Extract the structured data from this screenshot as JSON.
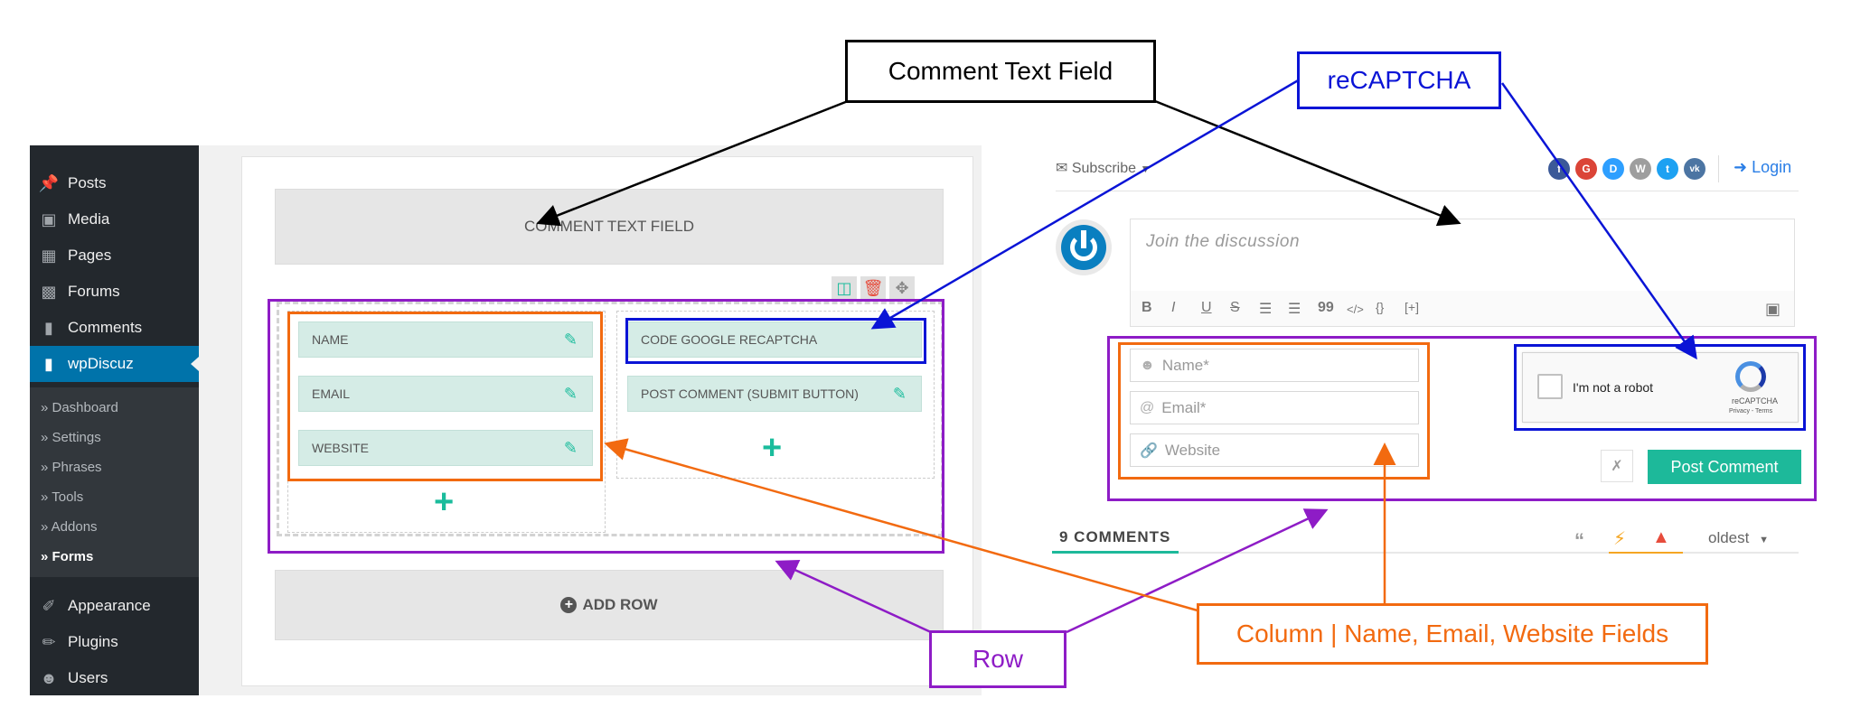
{
  "sidebar": {
    "items": [
      {
        "label": "Posts",
        "icon": "pin-icon"
      },
      {
        "label": "Media",
        "icon": "media-icon"
      },
      {
        "label": "Pages",
        "icon": "pages-icon"
      },
      {
        "label": "Forums",
        "icon": "forums-icon"
      },
      {
        "label": "Comments",
        "icon": "comments-icon"
      },
      {
        "label": "wpDiscuz",
        "icon": "wpdiscuz-icon"
      }
    ],
    "submenu": [
      "» Dashboard",
      "» Settings",
      "» Phrases",
      "» Tools",
      "» Addons",
      "» Forms"
    ],
    "bottom_items": [
      {
        "label": "Appearance",
        "icon": "brush-icon"
      },
      {
        "label": "Plugins",
        "icon": "plugin-icon"
      },
      {
        "label": "Users",
        "icon": "users-icon"
      }
    ],
    "colors": {
      "bg": "#23282d",
      "active": "#0073aa",
      "submenu_bg": "#32373c"
    }
  },
  "builder": {
    "comment_text_field": "COMMENT TEXT FIELD",
    "column1_fields": [
      "NAME",
      "EMAIL",
      "WEBSITE"
    ],
    "column2_fields": [
      "CODE GOOGLE RECAPTCHA",
      "POST COMMENT (SUBMIT BUTTON)"
    ],
    "add_row": "ADD ROW",
    "accent": "#1abc9c"
  },
  "form": {
    "subscribe": "Subscribe",
    "login": "Login",
    "placeholder": "Join the discussion",
    "format_buttons": [
      "B",
      "I",
      "U",
      "S",
      "ol",
      "ul",
      "99",
      "</>",
      "{}",
      "[+]"
    ],
    "name_placeholder": "Name*",
    "email_placeholder": "Email*",
    "website_placeholder": "Website",
    "recaptcha_label": "I'm not a robot",
    "recaptcha_brand": "reCAPTCHA",
    "recaptcha_links": "Privacy - Terms",
    "post_button": "Post Comment",
    "comments_count": "9 COMMENTS",
    "sort": "oldest",
    "social": [
      {
        "letter": "f",
        "color": "#3b5998"
      },
      {
        "letter": "G",
        "color": "#db4437"
      },
      {
        "letter": "D",
        "color": "#2e9fff"
      },
      {
        "letter": "W",
        "color": "#9e9e9e"
      },
      {
        "letter": "t",
        "color": "#1da1f2"
      },
      {
        "letter": "vk",
        "color": "#4c75a3"
      }
    ],
    "post_color": "#1db99a"
  },
  "annotations": {
    "comment_text_field": "Comment Text Field",
    "recaptcha": "reCAPTCHA",
    "row": "Row",
    "column": "Column | Name, Email, Website Fields",
    "colors": {
      "black": "#000000",
      "blue": "#0a14d6",
      "purple": "#8e1cc6",
      "orange": "#f26a10"
    }
  }
}
